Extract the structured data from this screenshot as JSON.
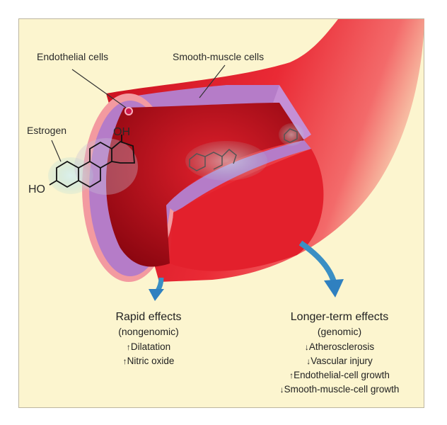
{
  "labels": {
    "endothelial": "Endothelial cells",
    "smooth_muscle": "Smooth-muscle cells",
    "estrogen": "Estrogen",
    "oh": "OH",
    "ho": "HO"
  },
  "rapid": {
    "title": "Rapid effects",
    "subtitle": "(nongenomic)",
    "items": [
      {
        "arrow": "↑",
        "text": "Dilatation"
      },
      {
        "arrow": "↑",
        "text": "Nitric oxide"
      }
    ]
  },
  "longer": {
    "title": "Longer-term effects",
    "subtitle": "(genomic)",
    "items": [
      {
        "arrow": "↓",
        "text": "Atherosclerosis"
      },
      {
        "arrow": "↓",
        "text": "Vascular injury"
      },
      {
        "arrow": "↑",
        "text": "Endothelial-cell growth"
      },
      {
        "arrow": "↓",
        "text": "Smooth-muscle-cell growth"
      }
    ]
  },
  "colors": {
    "background": "#fcf5cf",
    "vessel": "#e0192a",
    "wall": "#b57cc8",
    "arrow": "#2f8fc4"
  }
}
